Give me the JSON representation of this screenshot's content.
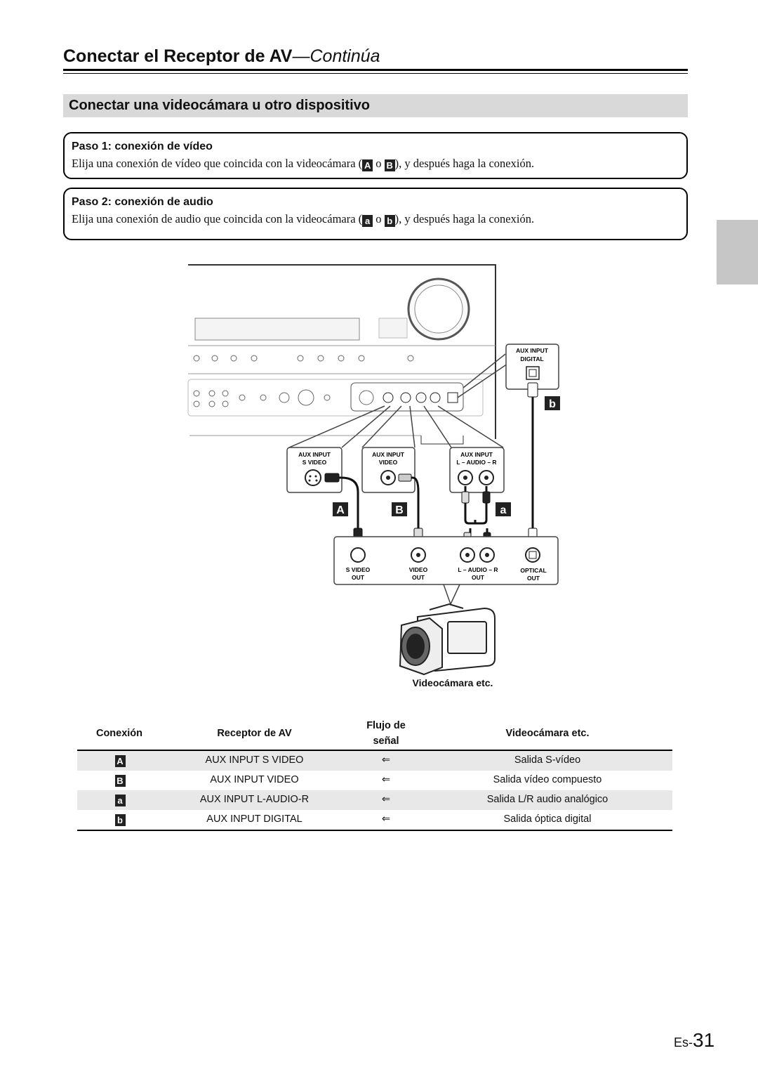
{
  "header": {
    "title_main": "Conectar el Receptor de AV",
    "title_cont": "—Continúa"
  },
  "section": {
    "title": "Conectar una videocámara u otro dispositivo"
  },
  "steps": [
    {
      "title": "Paso 1: conexión de vídeo",
      "body_pre": "Elija una conexión de vídeo que coincida con la videocámara (",
      "badge1": "A",
      "mid": "o",
      "badge2": "B",
      "body_post": "), y después haga la conexión."
    },
    {
      "title": "Paso 2: conexión de audio",
      "body_pre": "Elija una conexión de audio que coincida con la videocámara (",
      "badge1": "a",
      "mid": "o",
      "badge2": "b",
      "body_post": "), y después haga la conexión."
    }
  ],
  "diagram": {
    "panel_labels": [
      "AUX INPUT S VIDEO",
      "AUX INPUT VIDEO",
      "AUX INPUT L-AUDIO-R"
    ],
    "digital_label": [
      "AUX INPUT",
      "DIGITAL"
    ],
    "aux_boxes": [
      {
        "line1": "AUX INPUT",
        "line2": "S VIDEO"
      },
      {
        "line1": "AUX INPUT",
        "line2": "VIDEO"
      },
      {
        "line1": "AUX INPUT",
        "line2": "L – AUDIO – R"
      }
    ],
    "badges": {
      "A": "A",
      "B": "B",
      "a": "a",
      "b": "b"
    },
    "cam_outputs": [
      {
        "line1": "S VIDEO",
        "line2": "OUT"
      },
      {
        "line1": "VIDEO",
        "line2": "OUT"
      },
      {
        "line1": "L – AUDIO – R",
        "line2": "OUT"
      },
      {
        "line1": "OPTICAL",
        "line2": "OUT"
      }
    ],
    "caption": "Videocámara etc."
  },
  "table": {
    "headers": {
      "conexion": "Conexión",
      "receptor": "Receptor de AV",
      "flujo1": "Flujo de",
      "flujo2": "señal",
      "camara": "Videocámara etc."
    },
    "rows": [
      {
        "badge": "A",
        "receptor": "AUX INPUT S VIDEO",
        "flujo": "⇐",
        "camara": "Salida S-vídeo"
      },
      {
        "badge": "B",
        "receptor": "AUX INPUT VIDEO",
        "flujo": "⇐",
        "camara": "Salida vídeo compuesto"
      },
      {
        "badge": "a",
        "receptor": "AUX INPUT L-AUDIO-R",
        "flujo": "⇐",
        "camara": "Salida L/R audio analógico"
      },
      {
        "badge": "b",
        "receptor": "AUX INPUT DIGITAL",
        "flujo": "⇐",
        "camara": "Salida óptica digital"
      }
    ]
  },
  "page": {
    "prefix": "Es-",
    "number": "31"
  }
}
